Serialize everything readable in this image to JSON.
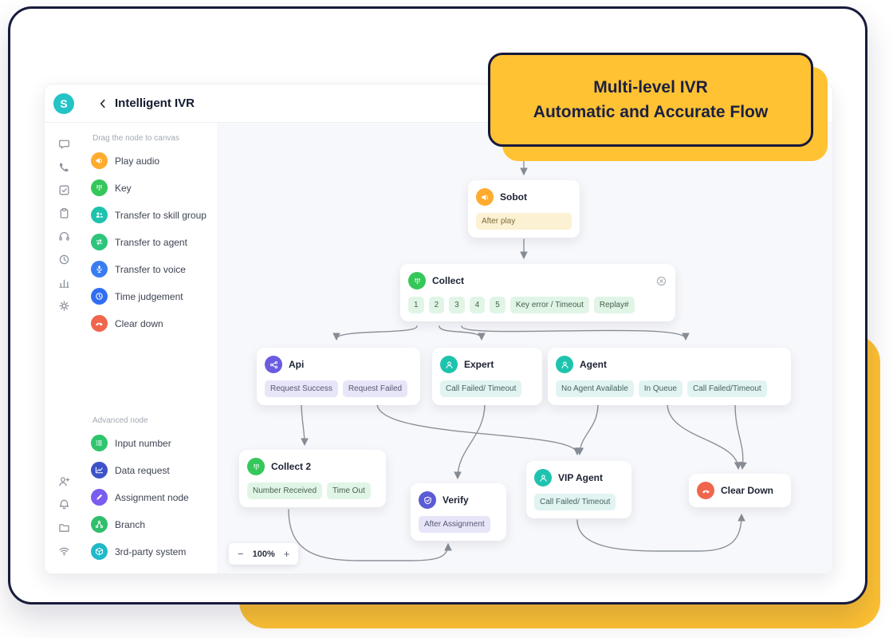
{
  "callout": {
    "line1": "Multi-level IVR",
    "line2": "Automatic and Accurate Flow"
  },
  "window": {
    "logo_letter": "S",
    "title": "Intelligent IVR",
    "back_icon": "chevron-left-icon"
  },
  "rail": {
    "top_icons": [
      "chat-icon",
      "phone-icon",
      "check-square-icon",
      "clipboard-icon",
      "headset-icon",
      "clock-icon",
      "bar-chart-icon",
      "gear-icon"
    ],
    "bottom_icons": [
      "user-plus-icon",
      "bell-icon",
      "folder-icon",
      "wifi-icon"
    ]
  },
  "palette": {
    "basic_label": "Drag the node to canvas",
    "advanced_label": "Advanced node",
    "basic_items": [
      {
        "label": "Play audio",
        "icon": "speaker-icon",
        "color": "#ffab2e"
      },
      {
        "label": "Key",
        "icon": "keypad-icon",
        "color": "#35c75a"
      },
      {
        "label": "Transfer to skill group",
        "icon": "skill-group-icon",
        "color": "#1ec3ae"
      },
      {
        "label": "Transfer to agent",
        "icon": "transfer-agent-icon",
        "color": "#2dc57c"
      },
      {
        "label": "Transfer to voice",
        "icon": "mic-icon",
        "color": "#3a7df2"
      },
      {
        "label": "Time judgement",
        "icon": "clock-icon",
        "color": "#2f6ef2"
      },
      {
        "label": "Clear down",
        "icon": "hangup-icon",
        "color": "#f0654c"
      }
    ],
    "advanced_items": [
      {
        "label": "Input number",
        "icon": "input-number-icon",
        "color": "#2fc56d"
      },
      {
        "label": "Data request",
        "icon": "data-request-icon",
        "color": "#3d52c9"
      },
      {
        "label": "Assignment node",
        "icon": "pen-icon",
        "color": "#7a5cf0"
      },
      {
        "label": "Branch",
        "icon": "branch-icon",
        "color": "#2fbf6b"
      },
      {
        "label": "3rd-party system",
        "icon": "cube-icon",
        "color": "#1fb9c9"
      }
    ]
  },
  "canvas": {
    "zoom": {
      "zoom_out": "−",
      "value": "100%",
      "zoom_in": "+"
    },
    "nodes": {
      "sobot": {
        "title": "Sobot",
        "icon": "speaker-icon",
        "color": "#ffab2e",
        "chips": [
          "After play"
        ]
      },
      "collect": {
        "title": "Collect",
        "icon": "keypad-icon",
        "color": "#35c75a",
        "chips": [
          "1",
          "2",
          "3",
          "4",
          "5",
          "Key error / Timeout",
          "Replay#"
        ],
        "close_icon": "close-circle-icon"
      },
      "api": {
        "title": "Api",
        "icon": "api-icon",
        "color": "#6a5be0",
        "chips": [
          "Request Success",
          "Request Failed"
        ]
      },
      "expert": {
        "title": "Expert",
        "icon": "headset-icon",
        "color": "#1ec3ae",
        "chips": [
          "Call Failed/ Timeout"
        ]
      },
      "agent": {
        "title": "Agent",
        "icon": "headset-icon",
        "color": "#1ec3ae",
        "chips": [
          "No Agent Available",
          "In Queue",
          "Call Failed/Timeout"
        ]
      },
      "collect2": {
        "title": "Collect 2",
        "icon": "keypad-icon",
        "color": "#35c75a",
        "chips": [
          "Number Received",
          "Time Out"
        ]
      },
      "verify": {
        "title": "Verify",
        "icon": "shield-check-icon",
        "color": "#5b5bd6",
        "chips": [
          "After Assignment"
        ]
      },
      "vip_agent": {
        "title": "VIP Agent",
        "icon": "headset-icon",
        "color": "#1ec3ae",
        "chips": [
          "Call Failed/ Timeout"
        ]
      },
      "clear_down": {
        "title": "Clear Down",
        "icon": "hangup-icon",
        "color": "#f0654c",
        "chips": []
      }
    }
  },
  "colors": {
    "accent_yellow": "#ffc233",
    "frame_navy": "#171b3c",
    "brand_teal": "#23c3c7",
    "canvas_bg": "#f7f8fb"
  }
}
